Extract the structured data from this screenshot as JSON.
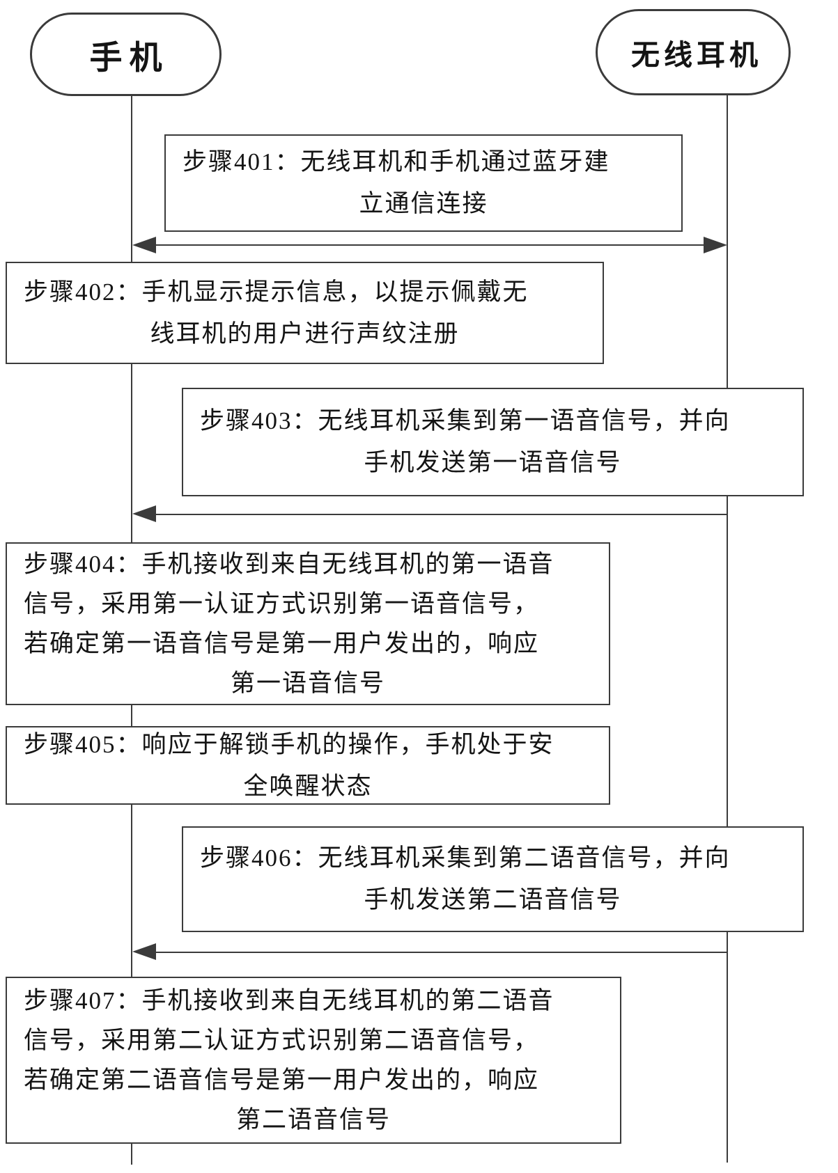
{
  "diagram": {
    "actors": [
      {
        "label": "手机"
      },
      {
        "label": "无线耳机"
      }
    ],
    "steps": [
      {
        "id": "401",
        "lines": [
          "步骤401：无线耳机和手机通过蓝牙建",
          "立通信连接"
        ]
      },
      {
        "id": "402",
        "lines": [
          "步骤402：手机显示提示信息，以提示佩戴无",
          "线耳机的用户进行声纹注册"
        ]
      },
      {
        "id": "403",
        "lines": [
          "步骤403：无线耳机采集到第一语音信号，并向",
          "手机发送第一语音信号"
        ]
      },
      {
        "id": "404",
        "lines": [
          "步骤404：手机接收到来自无线耳机的第一语音",
          "信号，采用第一认证方式识别第一语音信号，",
          "若确定第一语音信号是第一用户发出的，响应",
          "第一语音信号"
        ]
      },
      {
        "id": "405",
        "lines": [
          "步骤405：响应于解锁手机的操作，手机处于安",
          "全唤醒状态"
        ]
      },
      {
        "id": "406",
        "lines": [
          "步骤406：无线耳机采集到第二语音信号，并向",
          "手机发送第二语音信号"
        ]
      },
      {
        "id": "407",
        "lines": [
          "步骤407：手机接收到来自无线耳机的第二语音",
          "信号，采用第二认证方式识别第二语音信号，",
          "若确定第二语音信号是第一用户发出的，响应",
          "第二语音信号"
        ]
      }
    ],
    "arrows": [
      {
        "type": "bidirectional",
        "between": [
          "手机",
          "无线耳机"
        ]
      },
      {
        "type": "to-phone",
        "between": [
          "无线耳机",
          "手机"
        ]
      },
      {
        "type": "to-phone",
        "between": [
          "无线耳机",
          "手机"
        ]
      }
    ],
    "colors": {
      "line": "#3b3b3b",
      "text": "#141414",
      "background": "#ffffff"
    }
  }
}
